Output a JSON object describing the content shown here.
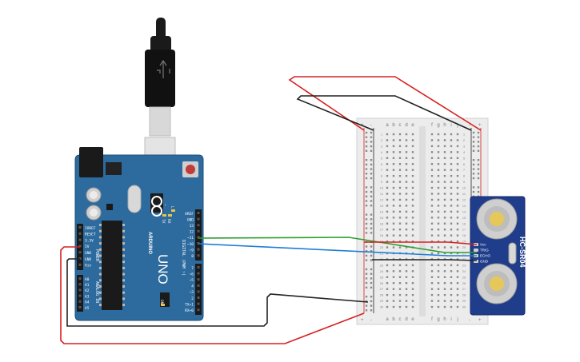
{
  "arduino": {
    "model": "UNO",
    "brand": "ARDUINO",
    "board_color": "#2d6b9e",
    "power_pins": [
      "IOREF",
      "RESET",
      "3.3V",
      "5V",
      "GND",
      "GND",
      "Vin"
    ],
    "power_label": "POWER",
    "analog_pins": [
      "A0",
      "A1",
      "A2",
      "A3",
      "A4",
      "A5"
    ],
    "analog_label": "ANALOG IN",
    "digital_top": [
      "AREF",
      "GND",
      "13",
      "12",
      "~11",
      "~10",
      "~9",
      "8"
    ],
    "digital_bottom": [
      "7",
      "~6",
      "~5",
      "4",
      "~3",
      "2",
      "TX→1",
      "RX←0"
    ],
    "digital_label": "DIGITAL (PWM ~)",
    "led_tx": "TX",
    "led_rx": "RX",
    "led_l": "L",
    "led_on": "ON"
  },
  "breadboard": {
    "columns_left": [
      "a",
      "b",
      "c",
      "d",
      "e"
    ],
    "columns_right": [
      "f",
      "g",
      "h",
      "i",
      "j"
    ],
    "rail_plus": "+",
    "rail_minus": "-",
    "rows": 30
  },
  "sensor": {
    "model": "HC-SR04",
    "color": "#1f3d8a",
    "pins": [
      "Vcc",
      "TRIG",
      "ECHO",
      "GND"
    ]
  },
  "wire_colors": {
    "power": "#d62020",
    "ground": "#222222",
    "trig": "#2e9e2e",
    "echo": "#1e7fd6"
  }
}
